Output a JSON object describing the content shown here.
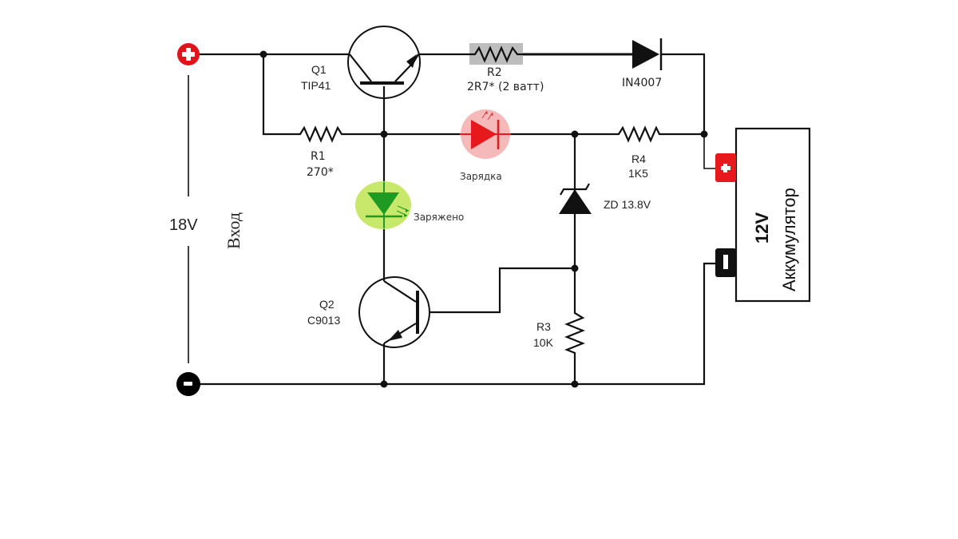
{
  "diagram": {
    "type": "circuit-schematic",
    "title": "12V battery charger circuit",
    "input": {
      "voltage_label": "18V",
      "side_label": "Вход",
      "positive_symbol": "+",
      "negative_symbol": "-"
    },
    "components": {
      "q1": {
        "name": "Q1",
        "value": "TIP41"
      },
      "q2": {
        "name": "Q2",
        "value": "C9013"
      },
      "r1": {
        "name": "R1",
        "value": "270*"
      },
      "r2": {
        "name": "R2",
        "value": "2R7* (2 ватт)"
      },
      "r3": {
        "name": "R3",
        "value": "10K"
      },
      "r4": {
        "name": "R4",
        "value": "1K5"
      },
      "d1": {
        "value": "IN4007"
      },
      "zd": {
        "value": "ZD 13.8V"
      },
      "led_red": {
        "label": "Зарядка",
        "color": "#e8191c",
        "glow": "#f6b9ba"
      },
      "led_green": {
        "label": "Заряжено",
        "color": "#1f9a22",
        "glow": "#c7e86a"
      }
    },
    "battery": {
      "voltage": "12V",
      "label": "Аккумулятор",
      "positive_symbol": "+",
      "negative_symbol": "-",
      "positive_color": "#e8191c",
      "negative_color": "#111111"
    },
    "colors": {
      "wire": "#111111",
      "r2_highlight": "#bdbdbd",
      "terminal_positive": "#e0141a"
    }
  }
}
